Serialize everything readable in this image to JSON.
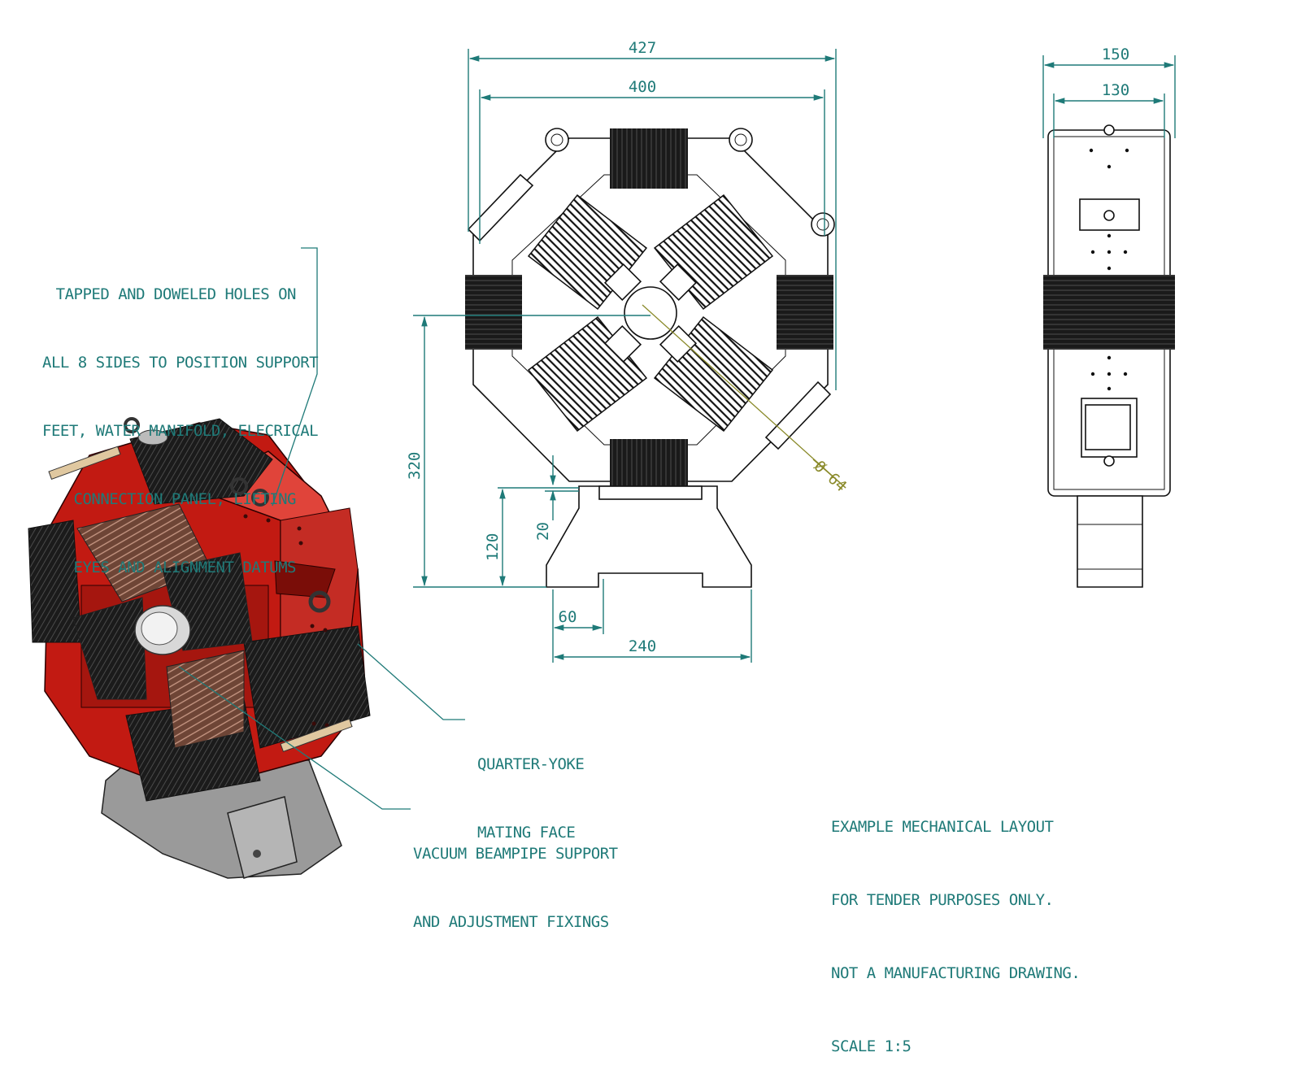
{
  "colors": {
    "annotation": "#1f7a78",
    "yoke_red": "#c21a12",
    "yoke_red_light": "#e0443a",
    "coil_dark": "#1a1a1a",
    "coil_copper": "#7a4b3a",
    "base_grey": "#9a9a9a",
    "diameter_leader": "#8a8a2a"
  },
  "dimensions": {
    "overall_width": "427",
    "yoke_width": "400",
    "side_overall": "150",
    "side_inner": "130",
    "axis_height": "320",
    "base_height": "120",
    "base_gap": "20",
    "foot_width": "60",
    "base_width": "240",
    "bore_diameter": "Ø 64"
  },
  "callouts": {
    "holes": [
      "TAPPED AND DOWELED HOLES ON",
      "ALL 8 SIDES TO POSITION SUPPORT",
      "FEET, WATER MANIFOLD, ELECRICAL",
      "CONNECTION PANEL, LIFTING",
      "EYES AND ALIGNMENT DATUMS"
    ],
    "quarter_yoke": [
      "QUARTER-YOKE",
      "MATING FACE"
    ],
    "beampipe": [
      "VACUUM BEAMPIPE SUPPORT",
      "AND ADJUSTMENT FIXINGS"
    ]
  },
  "notes": [
    "EXAMPLE MECHANICAL LAYOUT",
    "FOR TENDER PURPOSES ONLY.",
    "NOT A MANUFACTURING DRAWING.",
    "SCALE 1:5"
  ]
}
